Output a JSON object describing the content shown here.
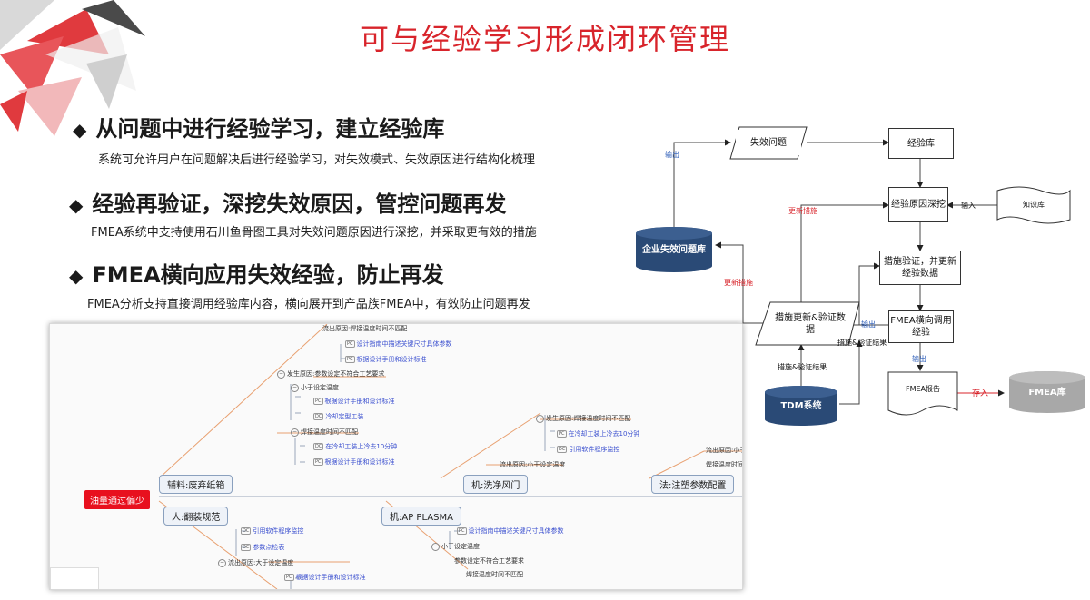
{
  "title": "可与经验学习形成闭环管理",
  "bullets": [
    {
      "heading": "从问题中进行经验学习，建立经验库",
      "desc": "系统可允许用户在问题解决后进行经验学习，对失效模式、失效原因进行结构化梳理"
    },
    {
      "heading": "经验再验证，深挖失效原因，管控问题再发",
      "desc": "FMEA系统中支持使用石川鱼骨图工具对失效问题原因进行深挖，并采取更有效的措施"
    },
    {
      "heading": "FMEA横向应用失效经验，防止再发",
      "desc": "FMEA分析支持直接调用经验库内容，横向展开到产品族FMEA中，有效防止问题再发"
    }
  ],
  "fishbone": {
    "root": "油量通过偏少",
    "categories": [
      "辅料:废弃纸箱",
      "人:翻装规范",
      "机:AP PLASMA",
      "机:洗净风门",
      "法:注塑参数配置"
    ],
    "nodes": {
      "cause1": "发生原因:参数设定不符合工艺要求",
      "sub1": "小于设定温度",
      "sub2": "焊接温度时间不匹配",
      "cause2": "发生原因:焊接温度时间不匹配",
      "cause3": "流出原因:小于设定温度",
      "cause4": "流出原因:大于设定温度",
      "cause5": "流出原因:小于",
      "cause6": "焊接温度时间不匹配",
      "sub3": "小于设定温度",
      "sub4": "参数设定不符合工艺要求",
      "sub5": "焊接温度时间不匹配",
      "top_cut": "流出原因:焊接温度时间不匹配"
    },
    "leaves": {
      "l1": "设计指南中描述关键尺寸具体参数",
      "l2": "根据设计手册和设计标准",
      "l3": "根据设计手册和设计标准",
      "l4": "冷却定型工装",
      "l5": "在冷却工装上冷去10分钟",
      "l6": "根据设计手册和设计标准",
      "l7": "在冷却工装上冷去10分钟",
      "l8": "引用软件程序监控",
      "l9": "引用软件程序监控",
      "l10": "参数点检表",
      "l11": "设计指南中描述关键尺寸具体参数",
      "l12": "根据设计手册和设计标准"
    },
    "tags": {
      "pc": "PC",
      "dc": "DC"
    }
  },
  "flow": {
    "nodes": {
      "failure_problem": "失效问题",
      "experience_lib": "经验库",
      "root_cause": "经验原因深挖",
      "knowledge_lib": "知识库",
      "measure_verify": "措施验证，并更新经验数据",
      "enterprise_db": "企业失效问题库",
      "measure_update": "措施更新&验证数据",
      "fmea_apply": "FMEA横向调用经验",
      "fmea_report": "FMEA报告",
      "tdm": "TDM系统",
      "fmea_lib": "FMEA库"
    },
    "labels": {
      "output1": "输出",
      "input1": "输入",
      "update_measure1": "更新措施",
      "update_measure2": "更新措施",
      "output2": "输出",
      "output3": "输出",
      "measure_result1": "措施&验证结果",
      "measure_result2": "措施&验证结果",
      "store": "存入"
    },
    "colors": {
      "cylinder_dark": "#2a4a76",
      "cylinder_gray": "#a8a8a8",
      "label_blue": "#2b5cb8",
      "label_red": "#d8242b"
    }
  }
}
